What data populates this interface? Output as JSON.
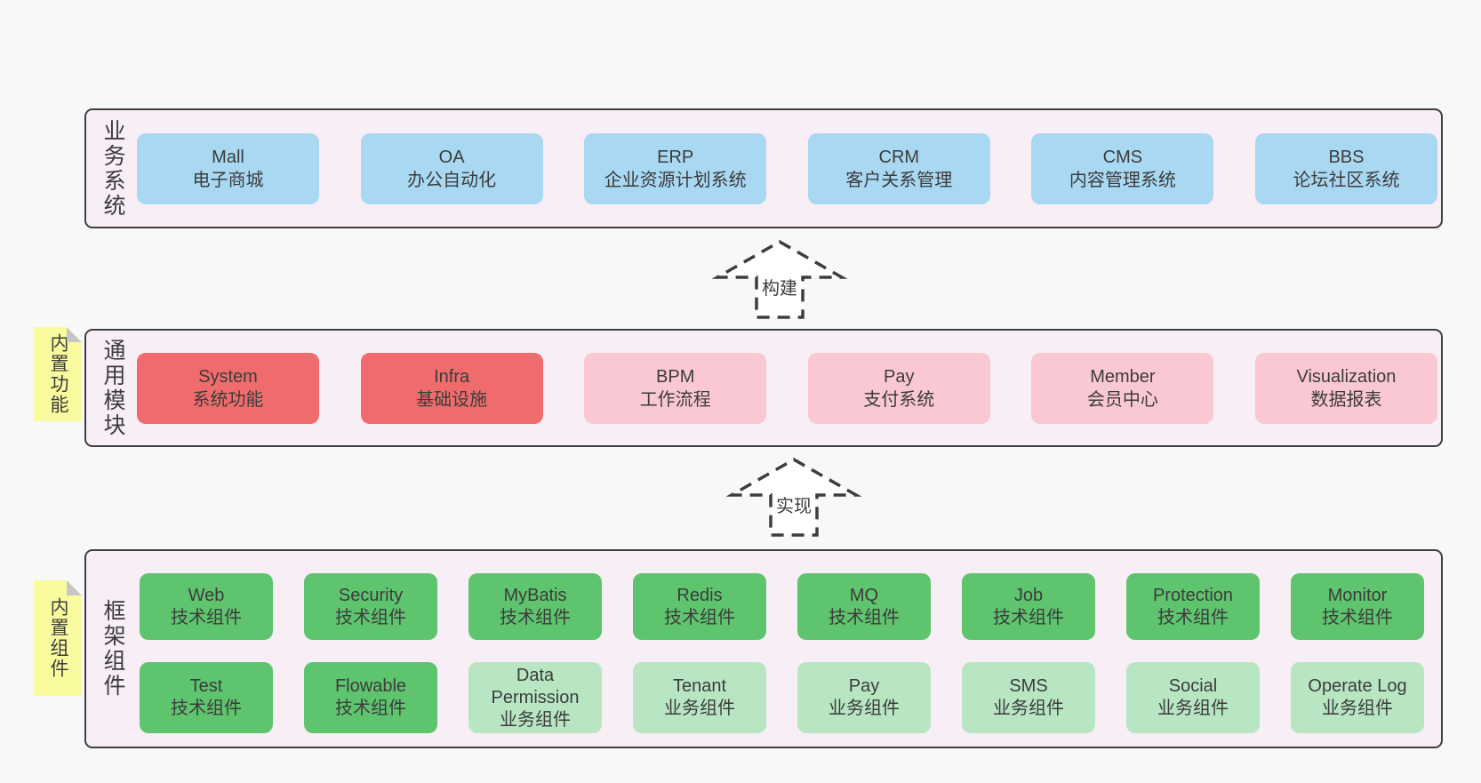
{
  "page": {
    "background": "#f8f8f8"
  },
  "colors": {
    "band_fill": "#f8eef6",
    "band_border": "#3f3f3f",
    "blue_box": "#a8d8f2",
    "red_box": "#f06c6c",
    "pink_box": "#fac8d2",
    "green_box": "#5ec46e",
    "light_green_box": "#b8e6c3",
    "note_yellow": "#fafa9e",
    "text": "#3c3c3c"
  },
  "bands": [
    {
      "label": "业务系统",
      "boxes": [
        {
          "name": "Mall",
          "desc": "电子商城"
        },
        {
          "name": "OA",
          "desc": "办公自动化"
        },
        {
          "name": "ERP",
          "desc": "企业资源计划系统"
        },
        {
          "name": "CRM",
          "desc": "客户关系管理"
        },
        {
          "name": "CMS",
          "desc": "内容管理系统"
        },
        {
          "name": "BBS",
          "desc": "论坛社区系统"
        }
      ]
    },
    {
      "label": "通用模块",
      "note": "内置功能",
      "boxes": [
        {
          "name": "System",
          "desc": "系统功能"
        },
        {
          "name": "Infra",
          "desc": "基础设施"
        },
        {
          "name": "BPM",
          "desc": "工作流程"
        },
        {
          "name": "Pay",
          "desc": "支付系统"
        },
        {
          "name": "Member",
          "desc": "会员中心"
        },
        {
          "name": "Visualization",
          "desc": "数据报表"
        }
      ]
    },
    {
      "label": "框架组件",
      "note": "内置组件",
      "rows": [
        [
          {
            "name": "Web",
            "desc": "技术组件"
          },
          {
            "name": "Security",
            "desc": "技术组件"
          },
          {
            "name": "MyBatis",
            "desc": "技术组件"
          },
          {
            "name": "Redis",
            "desc": "技术组件"
          },
          {
            "name": "MQ",
            "desc": "技术组件"
          },
          {
            "name": "Job",
            "desc": "技术组件"
          },
          {
            "name": "Protection",
            "desc": "技术组件"
          },
          {
            "name": "Monitor",
            "desc": "技术组件"
          }
        ],
        [
          {
            "name": "Test",
            "desc": "技术组件"
          },
          {
            "name": "Flowable",
            "desc": "技术组件"
          },
          {
            "name": "Data Permission",
            "desc": "业务组件"
          },
          {
            "name": "Tenant",
            "desc": "业务组件"
          },
          {
            "name": "Pay",
            "desc": "业务组件"
          },
          {
            "name": "SMS",
            "desc": "业务组件"
          },
          {
            "name": "Social",
            "desc": "业务组件"
          },
          {
            "name": "Operate Log",
            "desc": "业务组件"
          }
        ]
      ]
    }
  ],
  "arrows": [
    {
      "label": "构建"
    },
    {
      "label": "实现"
    }
  ]
}
